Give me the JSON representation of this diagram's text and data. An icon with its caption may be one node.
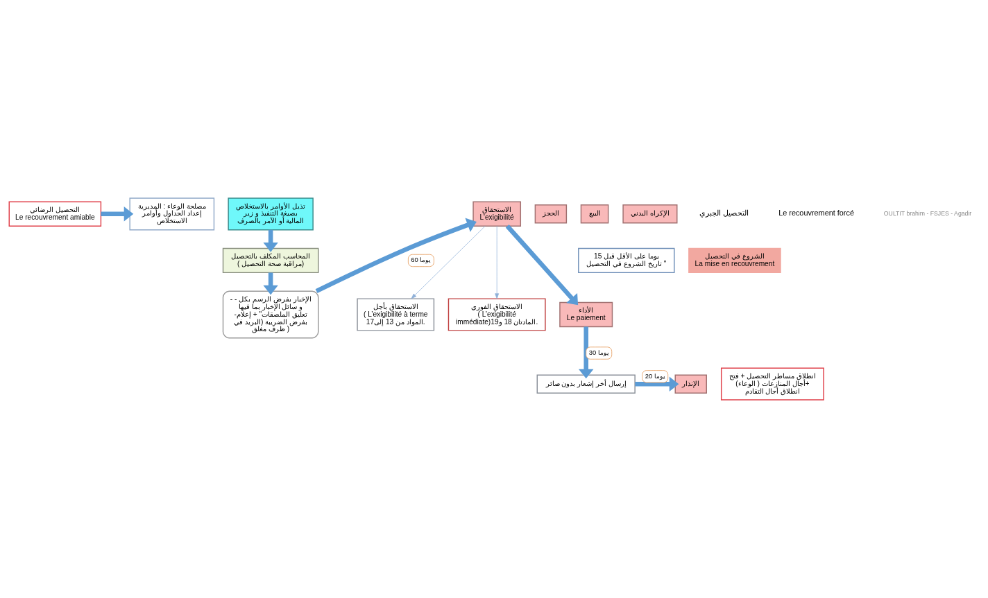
{
  "diagram": {
    "nodes": [
      {
        "text": [
          "التحصيل الرضائي",
          "Le recouvrement amiable"
        ]
      },
      {
        "text": [
          "مصلحة الوعاء : المديرية إعداد الجداول وأوامر الاستخلاص"
        ]
      },
      {
        "text": [
          "تذيل الأوامر بالاستخلاص بصيغة التنفيذ و زير المالية أو الآمر بالصرف"
        ]
      },
      {
        "text": [
          "15 يوما على الأقل قبل تاريخ الشروع في التحصيل \""
        ]
      },
      {
        "text": [
          "المحاسب المكلف بالتحصيل",
          "( مراقبة صحة التحصيل)"
        ]
      },
      {
        "text": [
          "الشروع في التحصيل",
          "La mise en recouvrement"
        ]
      },
      {
        "text": [
          "- - الإخبار بفرض الرسم بكل و سائل الإخبار بما فيها -تعليق الملصقات\" + إعلام بفرض الضريبة (البريد في ظرف مغلق )"
        ]
      },
      {
        "text": [
          "انطلاق مساطر التحصيل + فتح أجال المنازعات ( الوعاء)+ انطلاق أجال التقادم"
        ]
      },
      {
        "text": [
          "الاستحقاق",
          "L’exigibilité"
        ]
      },
      {
        "text": [
          "الاستحقاق بأجل",
          "( L’exigibilité à terme",
          "المواد من 13 إلى17."
        ]
      },
      {
        "text": [
          "الاستحقاق الفوري",
          "( L’exigibilité immédiate)المادتان 18 و19."
        ]
      },
      {
        "text": [
          "الأداء",
          "Le paiement"
        ]
      },
      {
        "text": [
          "إرسال أخر إشعار بدون صائر"
        ]
      },
      {
        "text": [
          "الإنذار"
        ]
      },
      {
        "text": [
          "الحجز"
        ]
      },
      {
        "text": [
          "البيع"
        ]
      },
      {
        "text": [
          "الإكراه البدني"
        ]
      }
    ],
    "edges": [
      {
        "from": 0,
        "to": 1,
        "arrow": "to"
      },
      {
        "from": 2,
        "to": 4,
        "arrow": "to"
      },
      {
        "from": 4,
        "to": 6,
        "arrow": "to"
      },
      {
        "from": 6,
        "to": 8,
        "arrow": "to",
        "label": "60 يوما"
      },
      {
        "from": 8,
        "to": 9,
        "arrow": "to",
        "color": "#8fb0d8"
      },
      {
        "from": 8,
        "to": 10,
        "arrow": "to",
        "color": "#8fb0d8"
      },
      {
        "from": 8,
        "to": 11,
        "arrow": "to"
      },
      {
        "from": 11,
        "to": 12,
        "arrow": "to",
        "label": "30 يوما"
      },
      {
        "from": 12,
        "to": 13,
        "arrow": "to",
        "label": "20 يوما"
      }
    ],
    "labels": [
      "التحصيل الجبري",
      "Le recouvrement forcé",
      "OULTIT brahim - FSJES - Agadir"
    ]
  }
}
